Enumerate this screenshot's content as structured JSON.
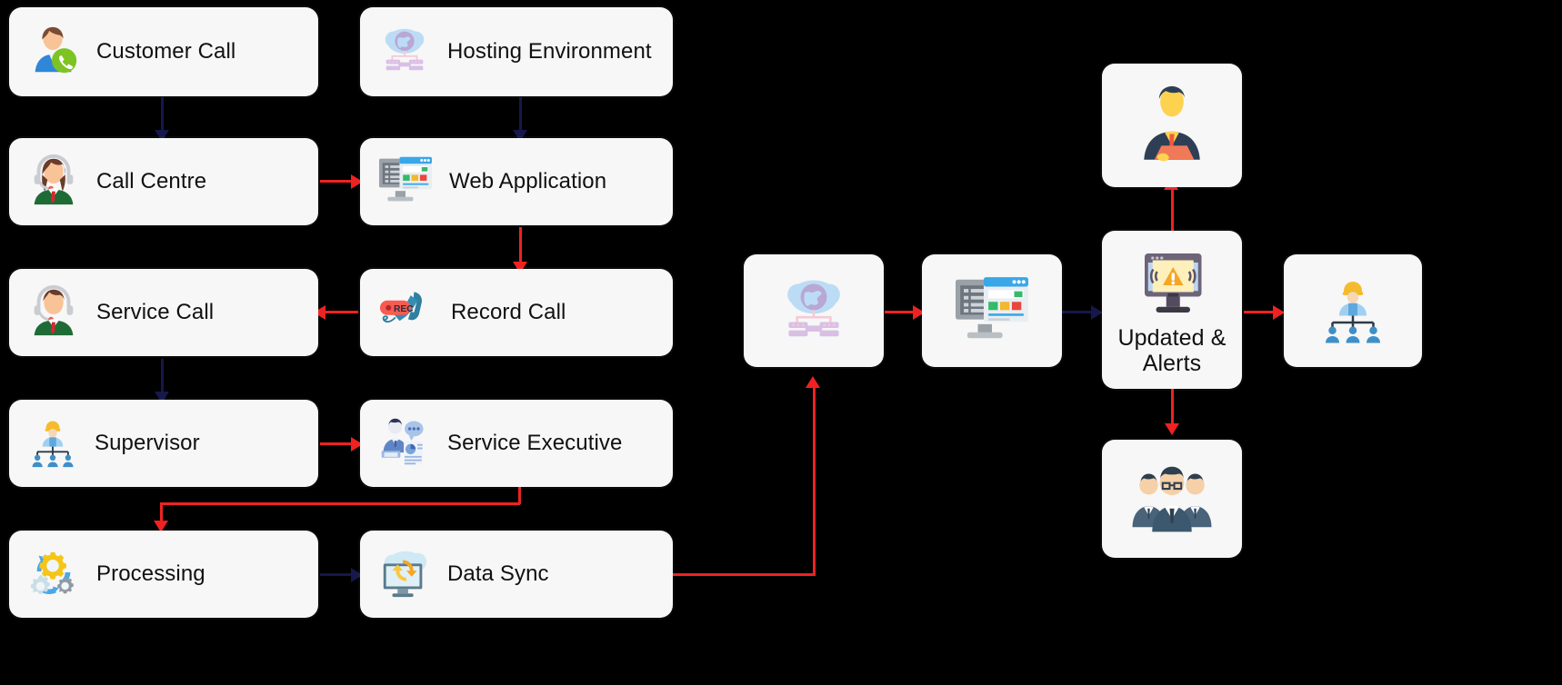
{
  "diagram": {
    "background_color": "#000000",
    "card_color": "#f7f7f7",
    "arrow_colors": {
      "primary": "#16174a",
      "secondary": "#ee2222"
    },
    "left_cards": [
      {
        "label": "Customer Call",
        "icon": "customer-with-phone-icon"
      },
      {
        "label": "Hosting Environment",
        "icon": "cloud-hosting-network-icon"
      },
      {
        "label": "Call Centre",
        "icon": "female-headset-agent-icon"
      },
      {
        "label": "Web Application",
        "icon": "desktop-web-app-icon"
      },
      {
        "label": "Service Call",
        "icon": "male-headset-agent-icon"
      },
      {
        "label": "Record Call",
        "icon": "record-call-handset-icon"
      },
      {
        "label": "Supervisor",
        "icon": "org-chart-supervisor-icon"
      },
      {
        "label": "Service Executive",
        "icon": "service-executive-icon"
      },
      {
        "label": "Processing",
        "icon": "gears-processing-icon"
      },
      {
        "label": "Data Sync",
        "icon": "cloud-data-sync-icon"
      }
    ],
    "right_cards": [
      {
        "label": "",
        "icon": "cloud-hosting-network-icon"
      },
      {
        "label": "",
        "icon": "desktop-web-app-icon"
      },
      {
        "label": "Updated & Alerts",
        "icon": "monitor-alert-warning-icon"
      },
      {
        "label": "",
        "icon": "businessman-tablet-icon"
      },
      {
        "label": "",
        "icon": "business-team-icon"
      },
      {
        "label": "",
        "icon": "org-chart-supervisor-icon"
      }
    ],
    "record_call_badge": "REC"
  }
}
